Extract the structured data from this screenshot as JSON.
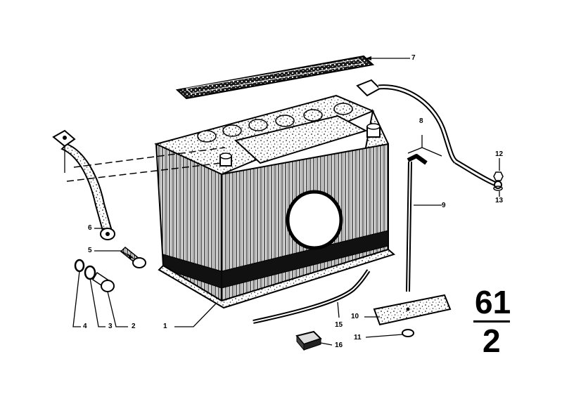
{
  "diagram": {
    "group_number": {
      "major": "61",
      "minor": "2"
    },
    "callouts": [
      {
        "id": "p1",
        "label": "1"
      },
      {
        "id": "p2",
        "label": "2"
      },
      {
        "id": "p3",
        "label": "3"
      },
      {
        "id": "p4",
        "label": "4"
      },
      {
        "id": "p5",
        "label": "5"
      },
      {
        "id": "p6",
        "label": "6"
      },
      {
        "id": "p7",
        "label": "7"
      },
      {
        "id": "p8",
        "label": "8"
      },
      {
        "id": "p9",
        "label": "9"
      },
      {
        "id": "p10",
        "label": "10"
      },
      {
        "id": "p11",
        "label": "11"
      },
      {
        "id": "p12",
        "label": "12"
      },
      {
        "id": "p13",
        "label": "13"
      },
      {
        "id": "p15",
        "label": "15"
      },
      {
        "id": "p16",
        "label": "16"
      }
    ]
  }
}
